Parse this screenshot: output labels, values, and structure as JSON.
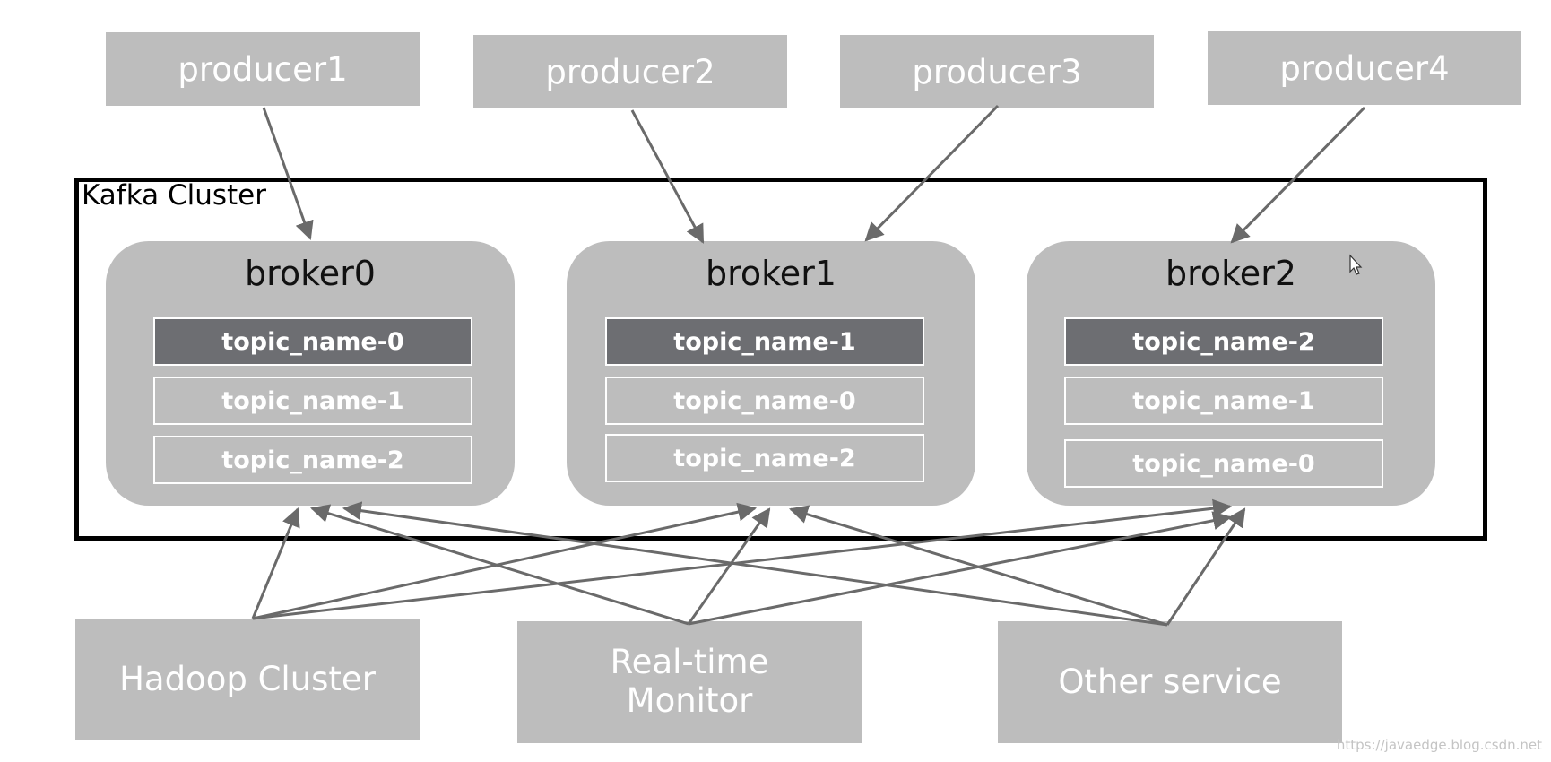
{
  "producers": [
    "producer1",
    "producer2",
    "producer3",
    "producer4"
  ],
  "cluster": {
    "label": "Kafka Cluster"
  },
  "brokers": [
    {
      "name": "broker0",
      "partitions": [
        "topic_name-0",
        "topic_name-1",
        "topic_name-2"
      ]
    },
    {
      "name": "broker1",
      "partitions": [
        "topic_name-1",
        "topic_name-0",
        "topic_name-2"
      ]
    },
    {
      "name": "broker2",
      "partitions": [
        "topic_name-2",
        "topic_name-1",
        "topic_name-0"
      ]
    }
  ],
  "consumers": [
    {
      "line1": "Hadoop Cluster",
      "line2": ""
    },
    {
      "line1": "Real-time",
      "line2": "Monitor"
    },
    {
      "line1": "Other service",
      "line2": ""
    }
  ],
  "colors": {
    "box": "#bdbdbd",
    "leader_partition": "#6d6e72",
    "arrow": "#6a6a6a",
    "cluster_border": "#000000"
  },
  "watermark": "https://javaedge.blog.csdn.net"
}
